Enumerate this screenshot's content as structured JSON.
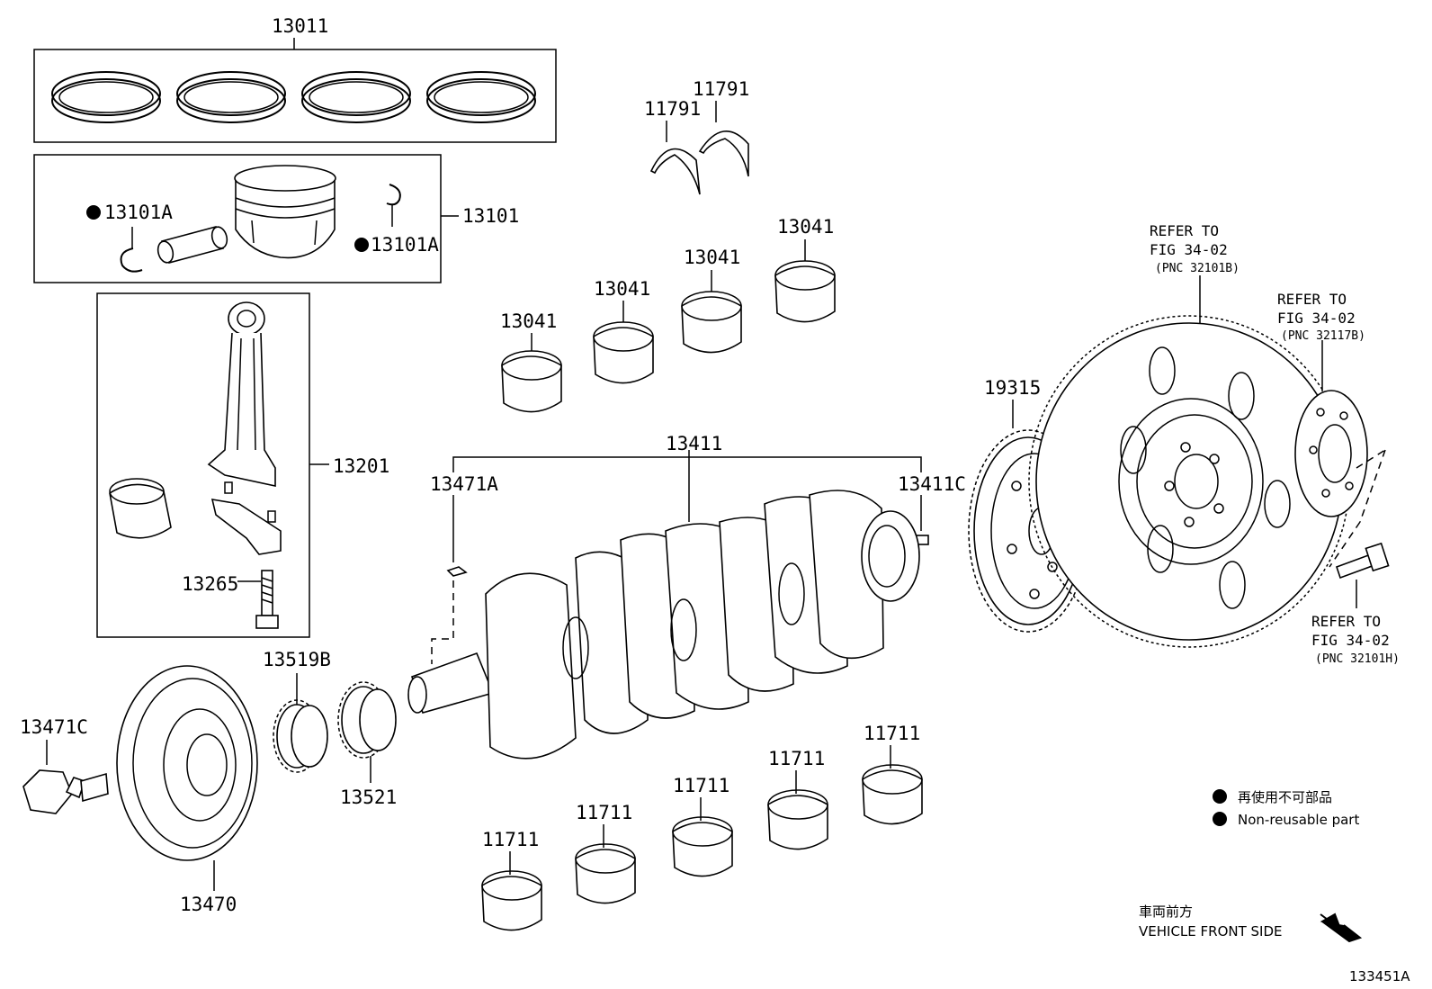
{
  "labels": {
    "p13011": "13011",
    "p13101": "13101",
    "p13101a_left": "13101A",
    "p13101a_right": "13101A",
    "p13201": "13201",
    "p13265": "13265",
    "p11791_a": "11791",
    "p11791_b": "11791",
    "p13041_a": "13041",
    "p13041_b": "13041",
    "p13041_c": "13041",
    "p13041_d": "13041",
    "p13411": "13411",
    "p13471a": "13471A",
    "p13411c": "13411C",
    "p19315": "19315",
    "p13519b": "13519B",
    "p13521": "13521",
    "p13471c": "13471C",
    "p13470": "13470",
    "p11711_a": "11711",
    "p11711_b": "11711",
    "p11711_c": "11711",
    "p11711_d": "11711",
    "p11711_e": "11711"
  },
  "refs": {
    "flywheel_line1": "REFER TO",
    "flywheel_line2": "FIG 34-02",
    "flywheel_line3": "(PNC 32101B)",
    "plate_line1": "REFER TO",
    "plate_line2": "FIG 34-02",
    "plate_line3": "(PNC 32117B)",
    "bolt_line1": "REFER TO",
    "bolt_line2": "FIG 34-02",
    "bolt_line3": "(PNC 32101H)"
  },
  "legend": {
    "jp": "再使用不可部品",
    "en": "Non-reusable part",
    "front_jp": "車両前方",
    "front_en": "VEHICLE FRONT SIDE"
  },
  "figure_id": "133451A"
}
